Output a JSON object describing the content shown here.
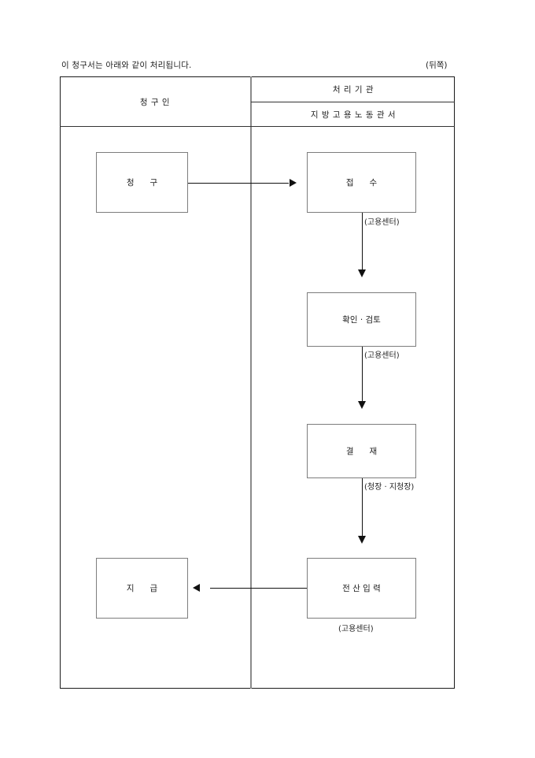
{
  "header": {
    "intro_text": "이 청구서는 아래와 같이 처리됩니다.",
    "page_side": "(뒤쪽)"
  },
  "table": {
    "left_header": "청 구 인",
    "right_header_top": "처 리 기 관",
    "right_header_bottom": "지 방 고 용 노 동 관 서"
  },
  "flow": {
    "claim_box": "청      구",
    "receipt_box": "접      수",
    "receipt_note": "(고용센터)",
    "review_box": "확인 · 검토",
    "review_note": "(고용센터)",
    "approval_box": "결      재",
    "approval_note": "(청장 · 지청장)",
    "entry_box": "전 산 입 력",
    "entry_note": "(고용센터)",
    "payment_box": "지      급"
  }
}
